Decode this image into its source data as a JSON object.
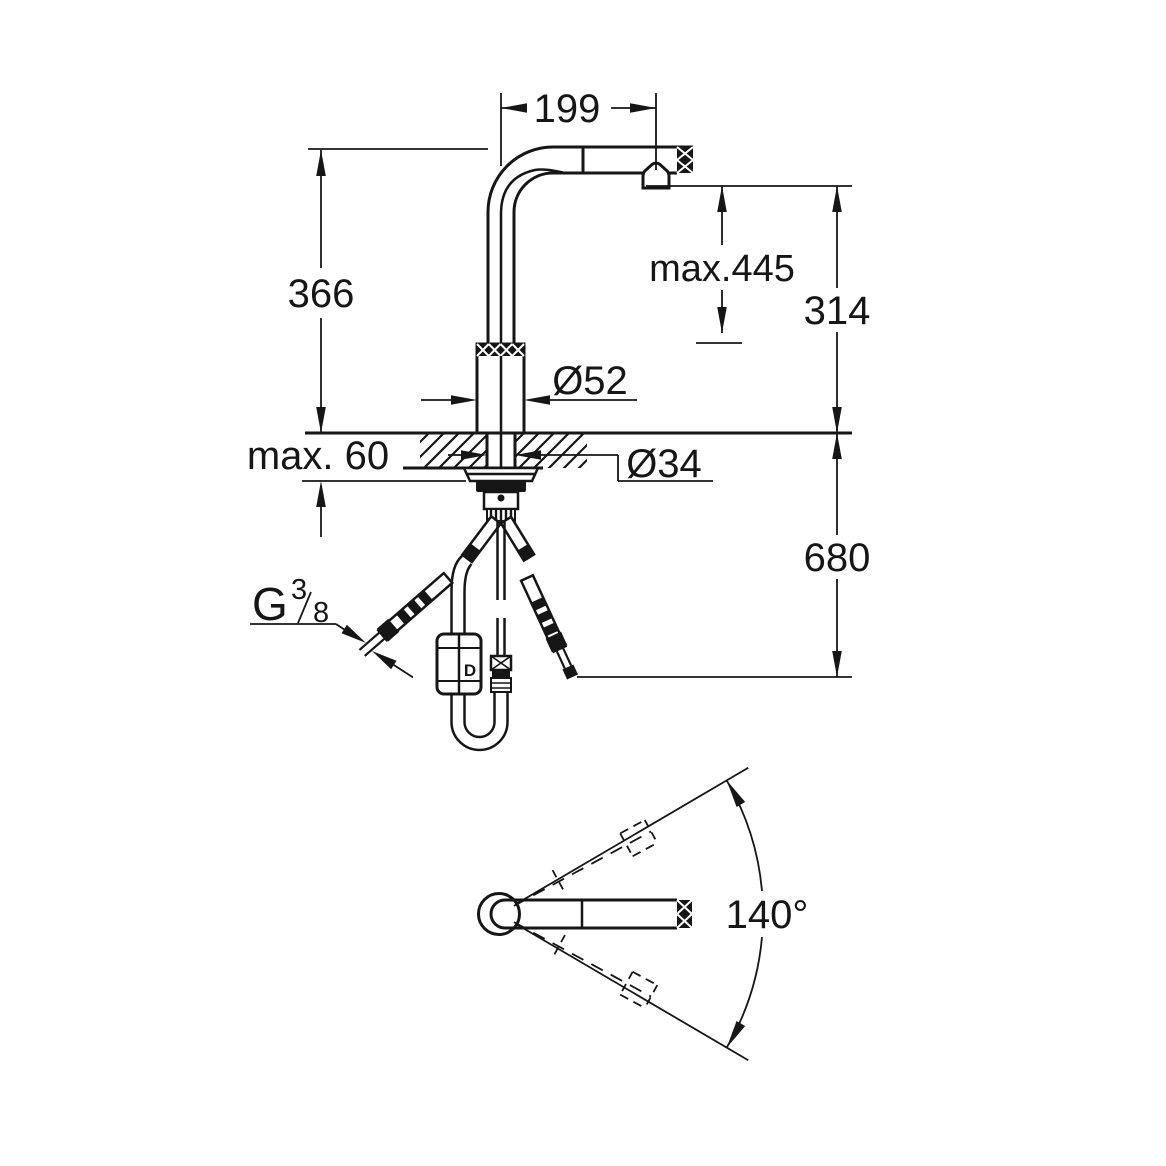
{
  "drawing": {
    "kind": "faucet-installation-dimension-drawing",
    "background": "#ffffff",
    "line_color": "#161616",
    "labels": {
      "spout_reach": "199",
      "body_height": "366",
      "max_pullout": "max.445",
      "outlet_height": "314",
      "base_diameter": "Ø52",
      "max_counter_thickness": "max. 60",
      "hole_diameter": "Ø34",
      "hose_clearance": "680",
      "thread_letter": "G",
      "thread_numerator": "3",
      "thread_denominator": "8",
      "swivel_angle": "140°",
      "weight_marking": "D"
    }
  }
}
